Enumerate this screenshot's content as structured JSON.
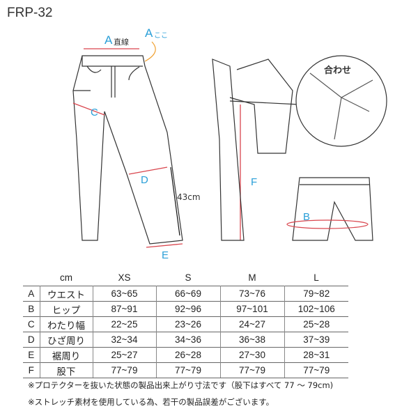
{
  "title": "FRP-32",
  "diagram": {
    "label_a": "A",
    "label_a_straight": "直線",
    "label_a_here": "A",
    "label_here": "ここ",
    "label_c": "C",
    "label_d": "D",
    "label_e": "E",
    "label_f": "F",
    "label_b": "B",
    "length_43": "43cm",
    "seam_label": "合わせ"
  },
  "table": {
    "unit": "cm",
    "sizes": [
      "XS",
      "S",
      "M",
      "L"
    ],
    "rows": [
      {
        "key": "A",
        "name": "ウエスト",
        "values": [
          "63~65",
          "66~69",
          "73~76",
          "79~82"
        ]
      },
      {
        "key": "B",
        "name": "ヒップ",
        "values": [
          "87~91",
          "92~96",
          "97~101",
          "102~106"
        ]
      },
      {
        "key": "C",
        "name": "わたり幅",
        "values": [
          "22~25",
          "23~26",
          "24~27",
          "25~28"
        ]
      },
      {
        "key": "D",
        "name": "ひざ周り",
        "values": [
          "32~34",
          "34~36",
          "36~38",
          "37~39"
        ]
      },
      {
        "key": "E",
        "name": "裾周り",
        "values": [
          "25~27",
          "26~28",
          "27~30",
          "28~31"
        ]
      },
      {
        "key": "F",
        "name": "股下",
        "values": [
          "77~79",
          "77~79",
          "77~79",
          "77~79"
        ]
      }
    ]
  },
  "notes": [
    "※プロテクターを抜いた状態の製品出来上がり寸法です（股下はすべて 77 ～ 79cm)",
    "※ストレッチ素材を使用している為、若干の製品誤差がございます。"
  ]
}
